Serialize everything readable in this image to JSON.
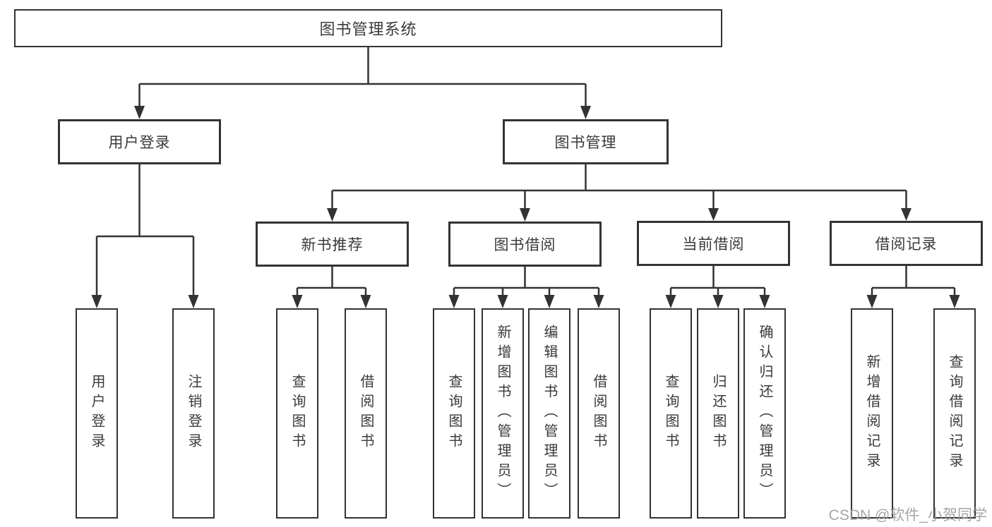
{
  "diagram": {
    "title": "图书管理系统",
    "level2": [
      {
        "label": "用户登录"
      },
      {
        "label": "图书管理"
      }
    ],
    "level3": [
      {
        "label": "新书推荐"
      },
      {
        "label": "图书借阅"
      },
      {
        "label": "当前借阅"
      },
      {
        "label": "借阅记录"
      }
    ],
    "leaves": [
      {
        "label": "用户登录"
      },
      {
        "label": "注销登录"
      },
      {
        "label": "查询图书"
      },
      {
        "label": "借阅图书"
      },
      {
        "label": "查询图书"
      },
      {
        "label": "新增图书（管理员）"
      },
      {
        "label": "编辑图书（管理员）"
      },
      {
        "label": "借阅图书"
      },
      {
        "label": "查询图书"
      },
      {
        "label": "归还图书"
      },
      {
        "label": "确认归还（管理员）"
      },
      {
        "label": "新增借阅记录"
      },
      {
        "label": "查询借阅记录"
      }
    ],
    "watermark": "CSDN @软件_小贺同学",
    "colors": {
      "line": "#333333",
      "text": "#3a3a3a",
      "watermark": "#9e9e9e",
      "background": "#ffffff"
    }
  }
}
